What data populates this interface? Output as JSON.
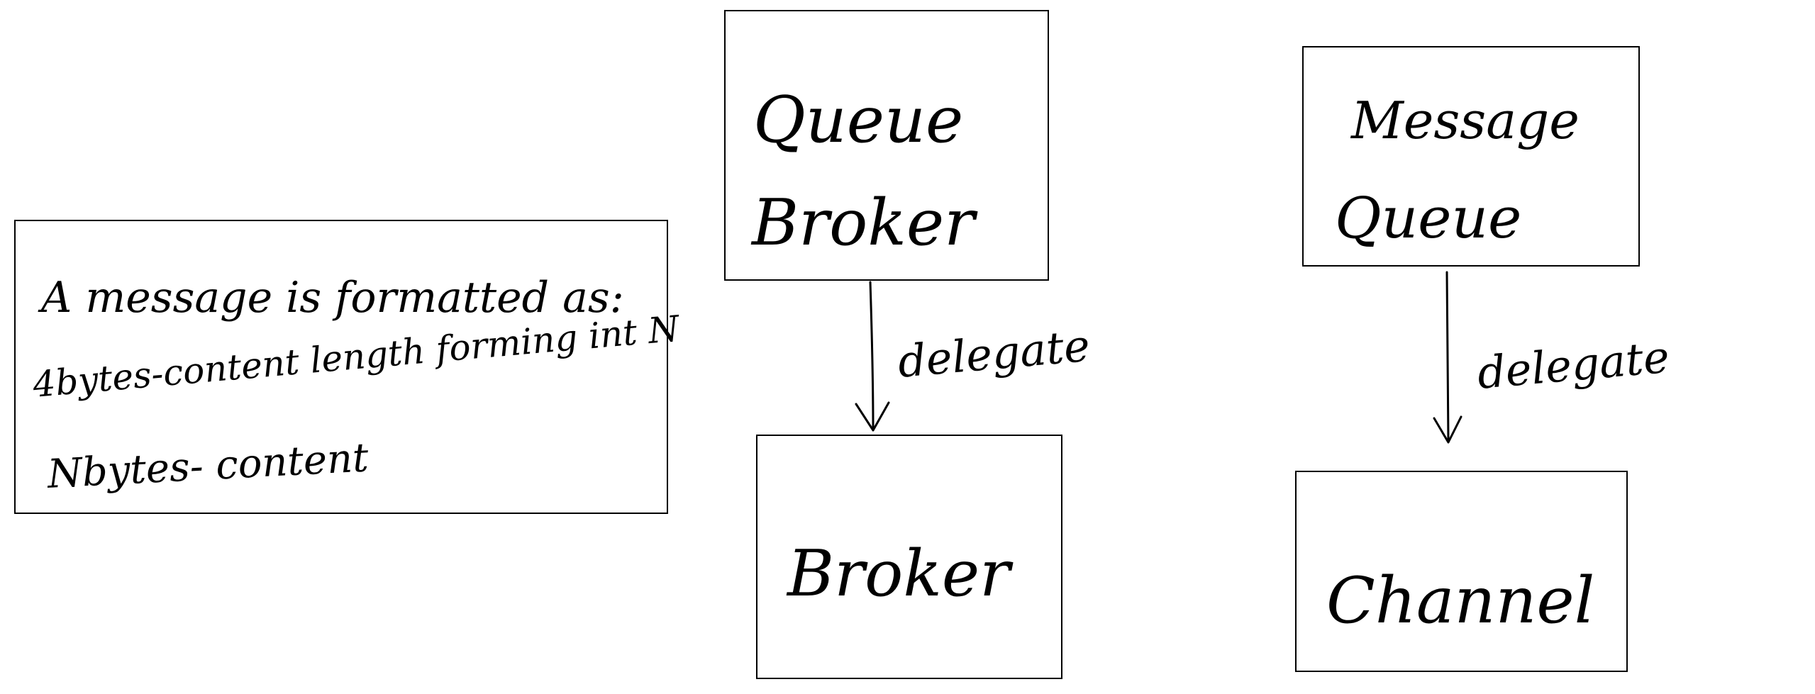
{
  "note": {
    "lines": [
      "A message is formatted as:",
      "4bytes-content length forming int N",
      "Nbytes- content"
    ]
  },
  "nodes": {
    "queue_broker": {
      "lines": [
        "Queue",
        "Broker"
      ]
    },
    "broker": {
      "lines": [
        "Broker"
      ]
    },
    "message_queue": {
      "lines": [
        "Message",
        "Queue"
      ]
    },
    "channel": {
      "lines": [
        "Channel"
      ]
    }
  },
  "edges": {
    "left": {
      "label": "delegate"
    },
    "right": {
      "label": "delegate"
    }
  }
}
